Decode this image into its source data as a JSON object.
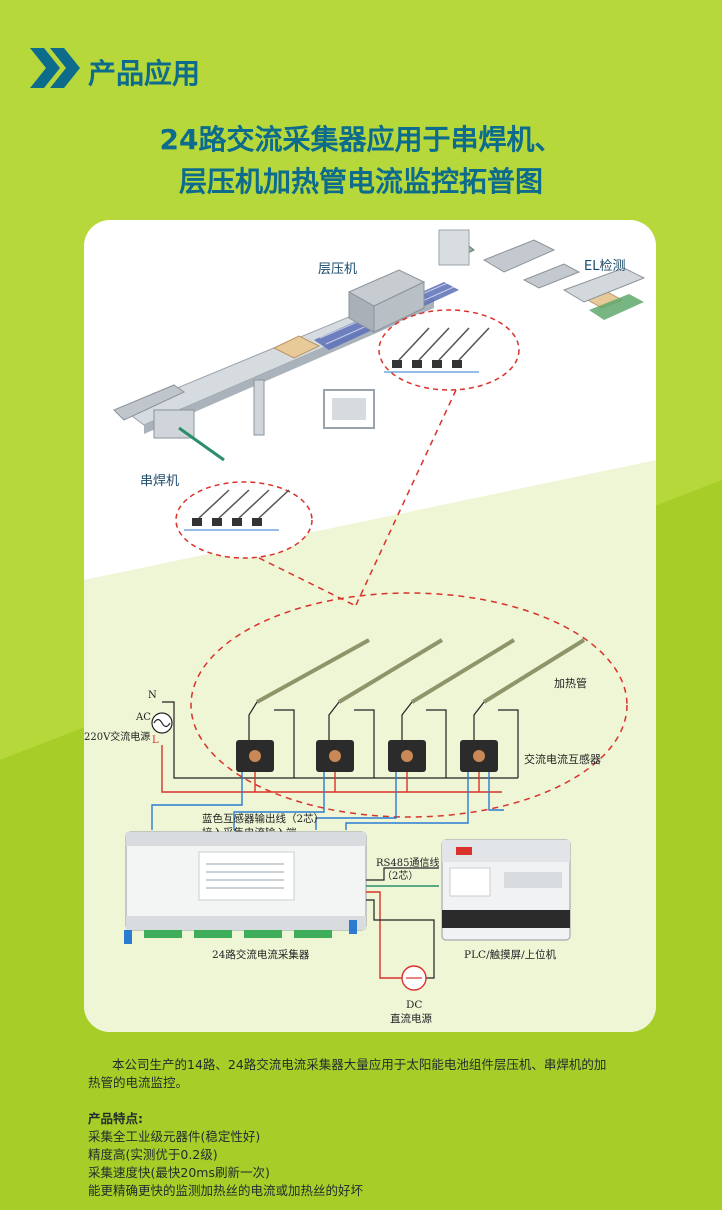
{
  "header": {
    "section_title": "产品应用",
    "title_line1": "24路交流采集器应用于串焊机、",
    "title_line2": "层压机加热管电流监控拓普图"
  },
  "diagram": {
    "laminator_label": "层压机",
    "el_label": "EL检测",
    "stringer_label": "串焊机",
    "heater_label": "加热管",
    "sensor_label": "交流电流互感器",
    "n_label": "N",
    "ac_label": "AC",
    "l_label": "L",
    "power_label": "220V交流电源",
    "output_line1": "蓝色互感器输出线（2芯）",
    "output_line2": "接入采集电流输入端",
    "rs485_line1": "RS485通信线",
    "rs485_line2": "（2芯）",
    "collector_label": "24路交流电流采集器",
    "plc_label": "PLC/触摸屏/上位机",
    "dc_label": "DC",
    "dc_power_label": "直流电源"
  },
  "description": "本公司生产的14路、24路交流电流采集器大量应用于太阳能电池组件层压机、串焊机的加热管的电流监控。",
  "features": {
    "title": "产品特点:",
    "items": [
      "采集全工业级元器件(稳定性好)",
      "精度高(实测优于0.2级)",
      "采集速度快(最快20ms刷新一次)",
      "能更精确更快的监测加热丝的电流或加热丝的好坏"
    ]
  },
  "colors": {
    "background": "#a8cf2c",
    "title": "#0d6b8c",
    "accent_dashed": "#d9322b",
    "wire_blue": "#2a7bd1",
    "wire_red": "#d9322b"
  }
}
